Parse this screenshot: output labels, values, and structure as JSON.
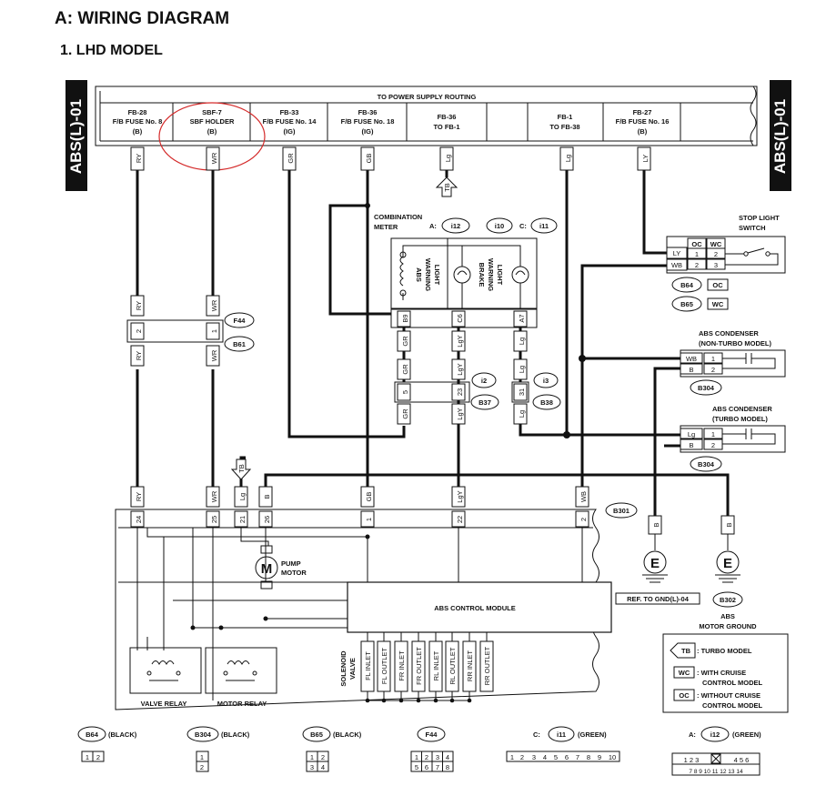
{
  "header": {
    "title": "A:  WIRING DIAGRAM",
    "subtitle": "1.  LHD MODEL",
    "side_tab": "ABS(L)-01"
  },
  "power": {
    "routing": "TO POWER SUPPLY ROUTING",
    "fuses": [
      {
        "l1": "FB-28",
        "l2": "F/B FUSE No. 8",
        "l3": "(B)"
      },
      {
        "l1": "SBF-7",
        "l2": "SBF HOLDER",
        "l3": "(B)"
      },
      {
        "l1": "FB-33",
        "l2": "F/B FUSE No. 14",
        "l3": "(IG)"
      },
      {
        "l1": "FB-36",
        "l2": "F/B FUSE No. 18",
        "l3": "(IG)"
      },
      {
        "l1": "FB-36",
        "l2": "TO FB-1",
        "l3": ""
      },
      {
        "l1": "",
        "l2": "",
        "l3": ""
      },
      {
        "l1": "FB-1",
        "l2": "TO FB-38",
        "l3": ""
      },
      {
        "l1": "FB-27",
        "l2": "F/B FUSE No. 16",
        "l3": "(B)"
      }
    ]
  },
  "wires": {
    "ry": "RY",
    "wr": "WR",
    "gr": "GR",
    "gb": "GB",
    "lg": "Lg",
    "ly": "LY",
    "lgy": "LgY",
    "b": "B",
    "wb": "WB",
    "tb": "TB"
  },
  "meter": {
    "title1": "COMBINATION",
    "title2": "METER",
    "a": "A:",
    "a_conn": "i12",
    "b_conn": "i10",
    "c": "C:",
    "c_conn": "i11",
    "abs1": "ABS",
    "abs2": "WARNING",
    "abs3": "LIGHT",
    "brk1": "BRAKE",
    "brk2": "WARNING",
    "brk3": "LIGHT",
    "pin_b9": "B9",
    "pin_c6": "C6",
    "pin_a7": "A7"
  },
  "joint": {
    "f44": "F44",
    "b61": "B61",
    "pin2": "2",
    "pin1": "1",
    "i2": "i2",
    "b37": "B37",
    "pin5": "5",
    "pin23": "23",
    "i3": "i3",
    "b38": "B38",
    "pin31": "31"
  },
  "stop_switch": {
    "title1": "STOP LIGHT",
    "title2": "SWITCH",
    "oc": "OC",
    "wc": "WC",
    "r1a": "1",
    "r1b": "2",
    "r2a": "2",
    "r2b": "3",
    "b64": "B64",
    "b65": "B65"
  },
  "condensers": {
    "nt1": "ABS CONDENSER",
    "nt2": "(NON-TURBO MODEL)",
    "t1": "ABS CONDENSER",
    "t2": "(TURBO MODEL)",
    "p1": "1",
    "p2": "2",
    "b304": "B304"
  },
  "module": {
    "name": "ABS CONTROL MODULE",
    "b301": "B301",
    "pins": [
      "24",
      "25",
      "21",
      "26",
      "1",
      "22",
      "2"
    ],
    "pump1": "PUMP",
    "pump2": "MOTOR",
    "m": "M",
    "valve_relay": "VALVE RELAY",
    "motor_relay": "MOTOR RELAY",
    "sol1": "SOLENOID",
    "sol2": "VALVE",
    "valves": [
      "FL INLET",
      "FL OUTLET",
      "FR INLET",
      "FR OUTLET",
      "RL INLET",
      "RL OUTLET",
      "RR INLET",
      "RR OUTLET"
    ]
  },
  "ground": {
    "ref": "REF. TO GND(L)-04",
    "b302": "B302",
    "mg1": "ABS",
    "mg2": "MOTOR GROUND",
    "e": "E"
  },
  "legend": {
    "tb": "TB",
    "tb_text": ": TURBO MODEL",
    "wc": "WC",
    "wc_text1": ": WITH CRUISE",
    "wc_text2": "CONTROL MODEL",
    "oc": "OC",
    "oc_text1": ": WITHOUT CRUISE",
    "oc_text2": "CONTROL MODEL"
  },
  "connectors": [
    {
      "id": "B64",
      "color": "(BLACK)"
    },
    {
      "id": "B304",
      "color": "(BLACK)"
    },
    {
      "id": "B65",
      "color": "(BLACK)"
    },
    {
      "id": "F44",
      "color": ""
    },
    {
      "prefix": "C:",
      "id": "i11",
      "color": "(GREEN)"
    },
    {
      "prefix": "A:",
      "id": "i12",
      "color": "(GREEN)"
    }
  ],
  "colors": {
    "ink": "#111111",
    "highlight": "#d42a2a"
  }
}
